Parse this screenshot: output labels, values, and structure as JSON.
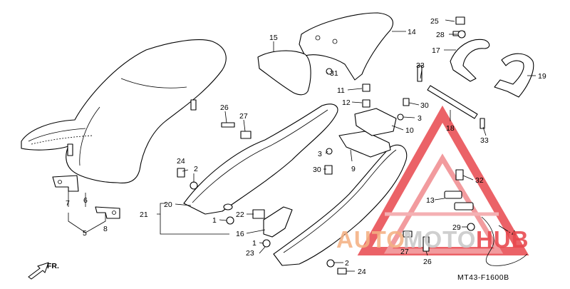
{
  "diagram": {
    "code": "MT43-F1600B",
    "direction_label": "FR.",
    "callouts": [
      {
        "id": "c25",
        "text": "25"
      },
      {
        "id": "c28",
        "text": "28"
      },
      {
        "id": "c17",
        "text": "17"
      },
      {
        "id": "c19",
        "text": "19"
      },
      {
        "id": "c14",
        "text": "14"
      },
      {
        "id": "c15",
        "text": "15"
      },
      {
        "id": "c31",
        "text": "31"
      },
      {
        "id": "c33a",
        "text": "33"
      },
      {
        "id": "c11",
        "text": "11"
      },
      {
        "id": "c12",
        "text": "12"
      },
      {
        "id": "c30a",
        "text": "30"
      },
      {
        "id": "c3a",
        "text": "3"
      },
      {
        "id": "c10",
        "text": "10"
      },
      {
        "id": "c18",
        "text": "18"
      },
      {
        "id": "c33b",
        "text": "33"
      },
      {
        "id": "c26a",
        "text": "26"
      },
      {
        "id": "c27a",
        "text": "27"
      },
      {
        "id": "c3b",
        "text": "3"
      },
      {
        "id": "c9",
        "text": "9"
      },
      {
        "id": "c30b",
        "text": "30"
      },
      {
        "id": "c32",
        "text": "32"
      },
      {
        "id": "c24a",
        "text": "24"
      },
      {
        "id": "c2a",
        "text": "2"
      },
      {
        "id": "c13",
        "text": "13"
      },
      {
        "id": "c7",
        "text": "7"
      },
      {
        "id": "c6",
        "text": "6"
      },
      {
        "id": "c20",
        "text": "20"
      },
      {
        "id": "c21",
        "text": "21"
      },
      {
        "id": "c22",
        "text": "22"
      },
      {
        "id": "c1a",
        "text": "1"
      },
      {
        "id": "c16",
        "text": "16"
      },
      {
        "id": "c8",
        "text": "8"
      },
      {
        "id": "c5",
        "text": "5"
      },
      {
        "id": "c29",
        "text": "29"
      },
      {
        "id": "c4",
        "text": "4"
      },
      {
        "id": "c1b",
        "text": "1"
      },
      {
        "id": "c23",
        "text": "23"
      },
      {
        "id": "c27b",
        "text": "27"
      },
      {
        "id": "c26b",
        "text": "26"
      },
      {
        "id": "c2b",
        "text": "2"
      },
      {
        "id": "c24b",
        "text": "24"
      }
    ]
  },
  "watermark": {
    "part1": "AUTO",
    "part2": "MOTO",
    "part3": "HUB",
    "colors": {
      "orange": "#f4b183",
      "grey": "#c9c9c9",
      "red": "#e8474d"
    }
  }
}
